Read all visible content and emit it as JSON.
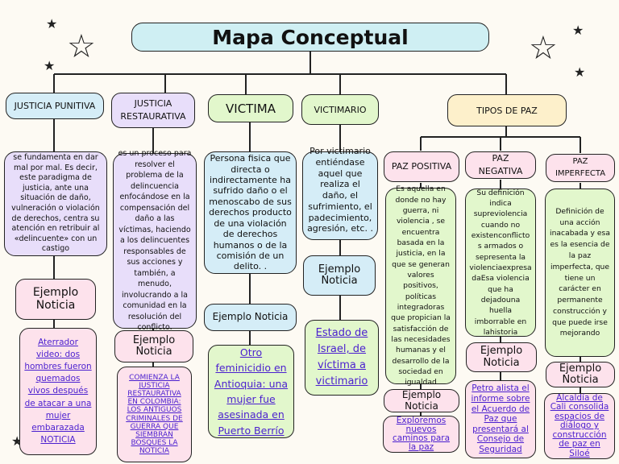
{
  "title": "Mapa Conceptual",
  "categories": {
    "justicia_punitiva": "JUSTICIA PUNITIVA",
    "justicia_restaurativa": "JUSTICIA RESTAURATIVA",
    "victima": "VICTIMA",
    "victimario": "VICTIMARIO",
    "tipos_de_paz": "TIPOS DE PAZ"
  },
  "paz_types": {
    "positiva": "PAZ POSITIVA",
    "negativa": "PAZ NEGATIVA",
    "imperfecta": "PAZ IMPERFECTA"
  },
  "descriptions": {
    "justicia_punitiva": "se fundamenta en dar mal por mal. Es decir, este paradigma de justicia, ante una situación de daño, vulneración o violación de derechos, centra su atención en retribuir al «delincuente» con un castigo",
    "justicia_restaurativa": "es un proceso para resolver el problema de la delincuencia enfocándose en la compensación del daño a las víctimas, haciendo a los delincuentes responsables de sus acciones y también, a menudo, involucrando a la comunidad en la resolución del conflicto.",
    "victima": "Persona fisica que directa o indirectamente ha sufrido daño o el menoscabo de sus derechos producto de una violación de derechos humanos o de la comisión de un delito. .",
    "victimario": "Por victimario entiéndase aquel que realiza el daño, el sufrimiento, el padecimiento, agresión, etc. . .",
    "paz_positiva": "Es aquella en donde no hay guerra, ni violencia , se encuentra basada en la justicia, en la que se generan valores positivos, políticas integradoras que propician la satisfacción de las necesidades humanas y el desarrollo de la sociedad en igualdad",
    "paz_negativa": "Su definición indica supreviolencia cuando no existenconflicto s armados o sepresenta la violenciaexpresa daEsa violencia que ha dejadouna huella imborrable en lahistoria",
    "paz_imperfecta": "Definición de una acción inacabada y esa es la esencia de la paz imperfecta, que tiene un carácter en permanente construcción y que puede irse mejorando"
  },
  "example_label": "Ejemplo Noticia",
  "news": {
    "justicia_punitiva": "Aterrador video: dos hombres fueron quemados vivos después de atacar a una mujer embarazada NOTICIA",
    "justicia_restaurativa": "COMIENZA LA JUSTICIA RESTAURATIVA EN COLOMBIA: LOS ANTIGUOS CRIMINALES DE GUERRA QUE SIEMBRAN BOSQUES LA NOTICIA",
    "victima": "Otro feminicidio en Antioquia: una mujer fue asesinada en Puerto Berrío",
    "victimario": "Estado de Israel, de víctima a victimario",
    "paz_positiva": "Exploremos nuevos caminos para la paz",
    "paz_negativa": "Petro alista el informe sobre el Acuerdo de Paz que presentará al Consejo de Seguridad",
    "paz_imperfecta": "Alcaldía de Cali consolida espacios de diálogo y construcción de paz en Siloé"
  },
  "colors": {
    "background": "#fdfaf3",
    "title_fill": "#cfeff3",
    "link": "#4a1fcf",
    "blue": "#d5edf7",
    "lavender": "#e8defa",
    "green": "#e2f7cc",
    "cream": "#fdf0cb",
    "pink": "#fde2ec"
  },
  "icons": [
    "star-icon"
  ]
}
